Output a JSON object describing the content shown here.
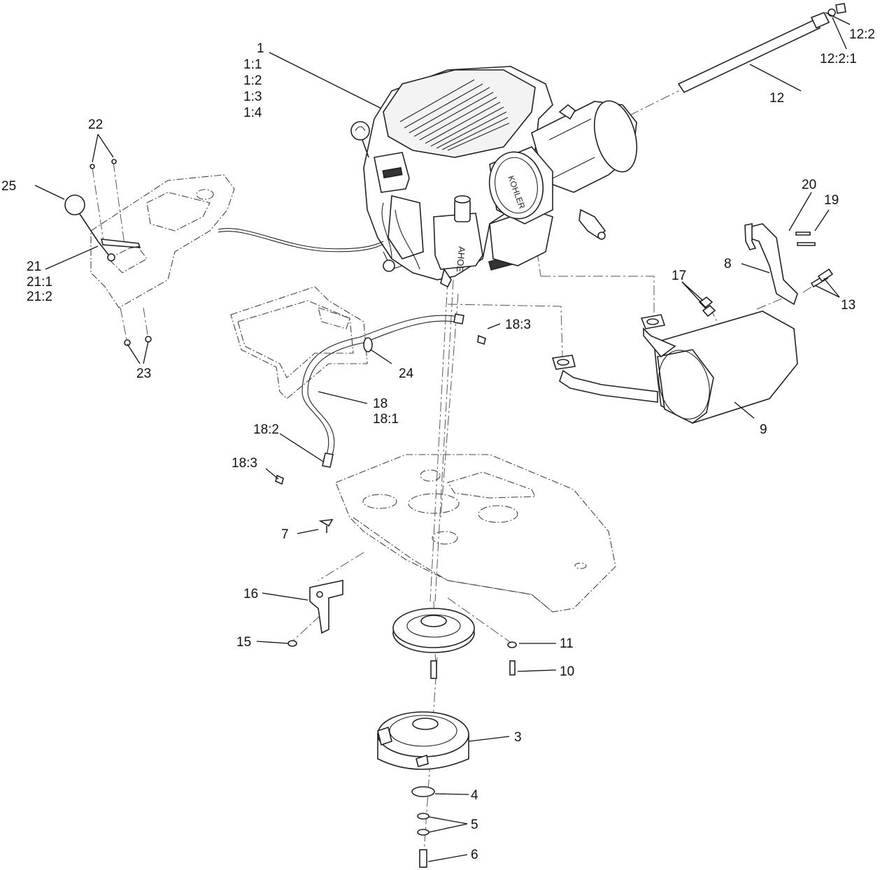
{
  "callouts": {
    "c1": "1",
    "c1_1": "1:1",
    "c1_2": "1:2",
    "c1_3": "1:3",
    "c1_4": "1:4",
    "c3": "3",
    "c4": "4",
    "c5": "5",
    "c6": "6",
    "c7": "7",
    "c8": "8",
    "c9": "9",
    "c10": "10",
    "c11": "11",
    "c12": "12",
    "c12_2": "12:2",
    "c12_2_1": "12:2:1",
    "c13": "13",
    "c15": "15",
    "c16": "16",
    "c17": "17",
    "c18": "18",
    "c18_1": "18:1",
    "c18_2": "18:2",
    "c18_3a": "18:3",
    "c18_3b": "18:3",
    "c19": "19",
    "c20": "20",
    "c21": "21",
    "c21_1": "21:1",
    "c21_2": "21:2",
    "c22": "22",
    "c23": "23",
    "c24": "24",
    "c25": "25"
  },
  "engine_brand": "KOHLER"
}
